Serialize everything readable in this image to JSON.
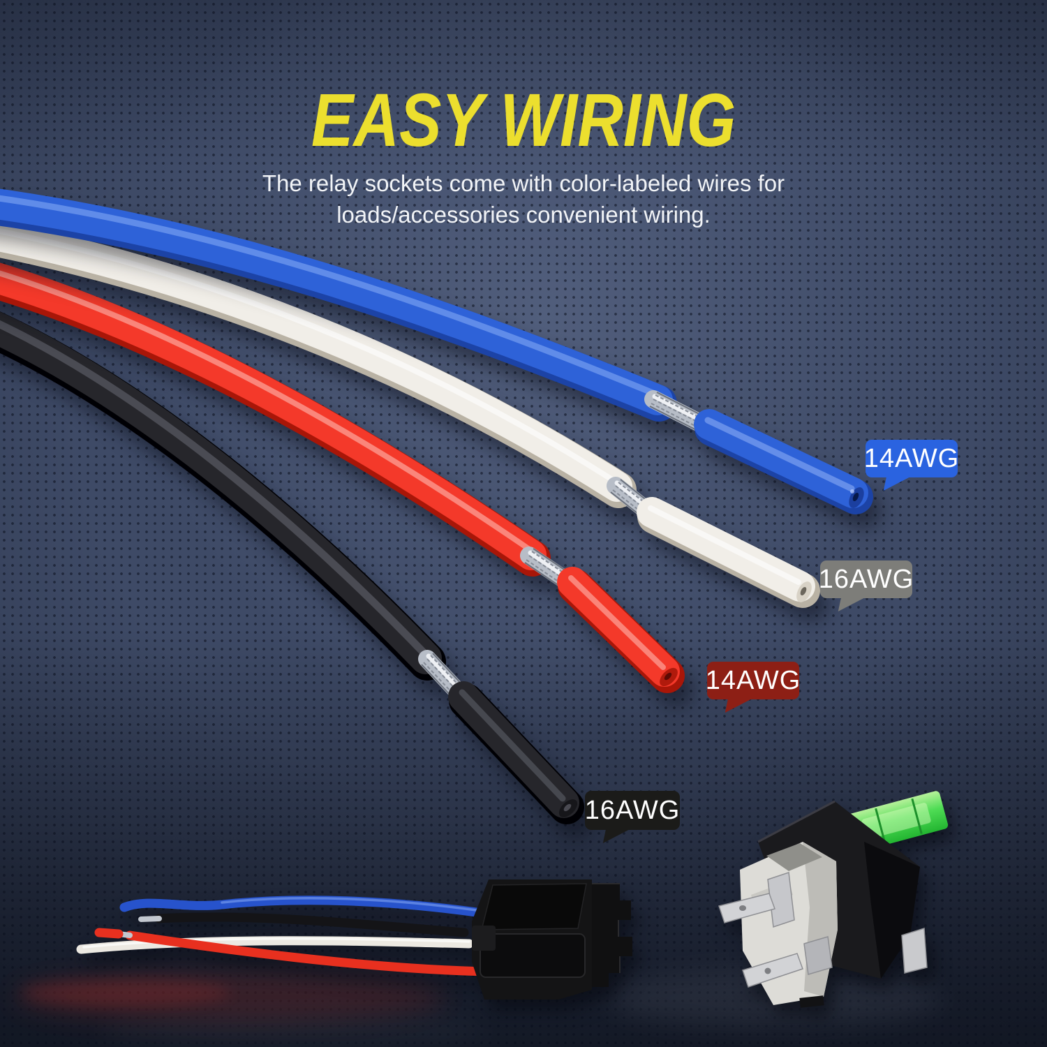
{
  "header": {
    "title": "EASY WIRING",
    "title_color": "#ecdf2e",
    "subtitle_line1": "The relay sockets come with color-labeled wires for",
    "subtitle_line2": "loads/accessories convenient wiring."
  },
  "badges": [
    {
      "label": "14AWG",
      "wire": "blue",
      "color": "#2a63e0"
    },
    {
      "label": "16AWG",
      "wire": "white",
      "color": "#7d7d79"
    },
    {
      "label": "14AWG",
      "wire": "red",
      "color": "#8d1f15"
    },
    {
      "label": "16AWG",
      "wire": "black",
      "color": "#1b1b19"
    }
  ],
  "wire_colors": {
    "blue": "#2e62d8",
    "white": "#f1eee8",
    "red": "#f4392a",
    "black": "#232328"
  },
  "background": {
    "base": "#3e4a66",
    "dot": "#0a0f1c"
  }
}
